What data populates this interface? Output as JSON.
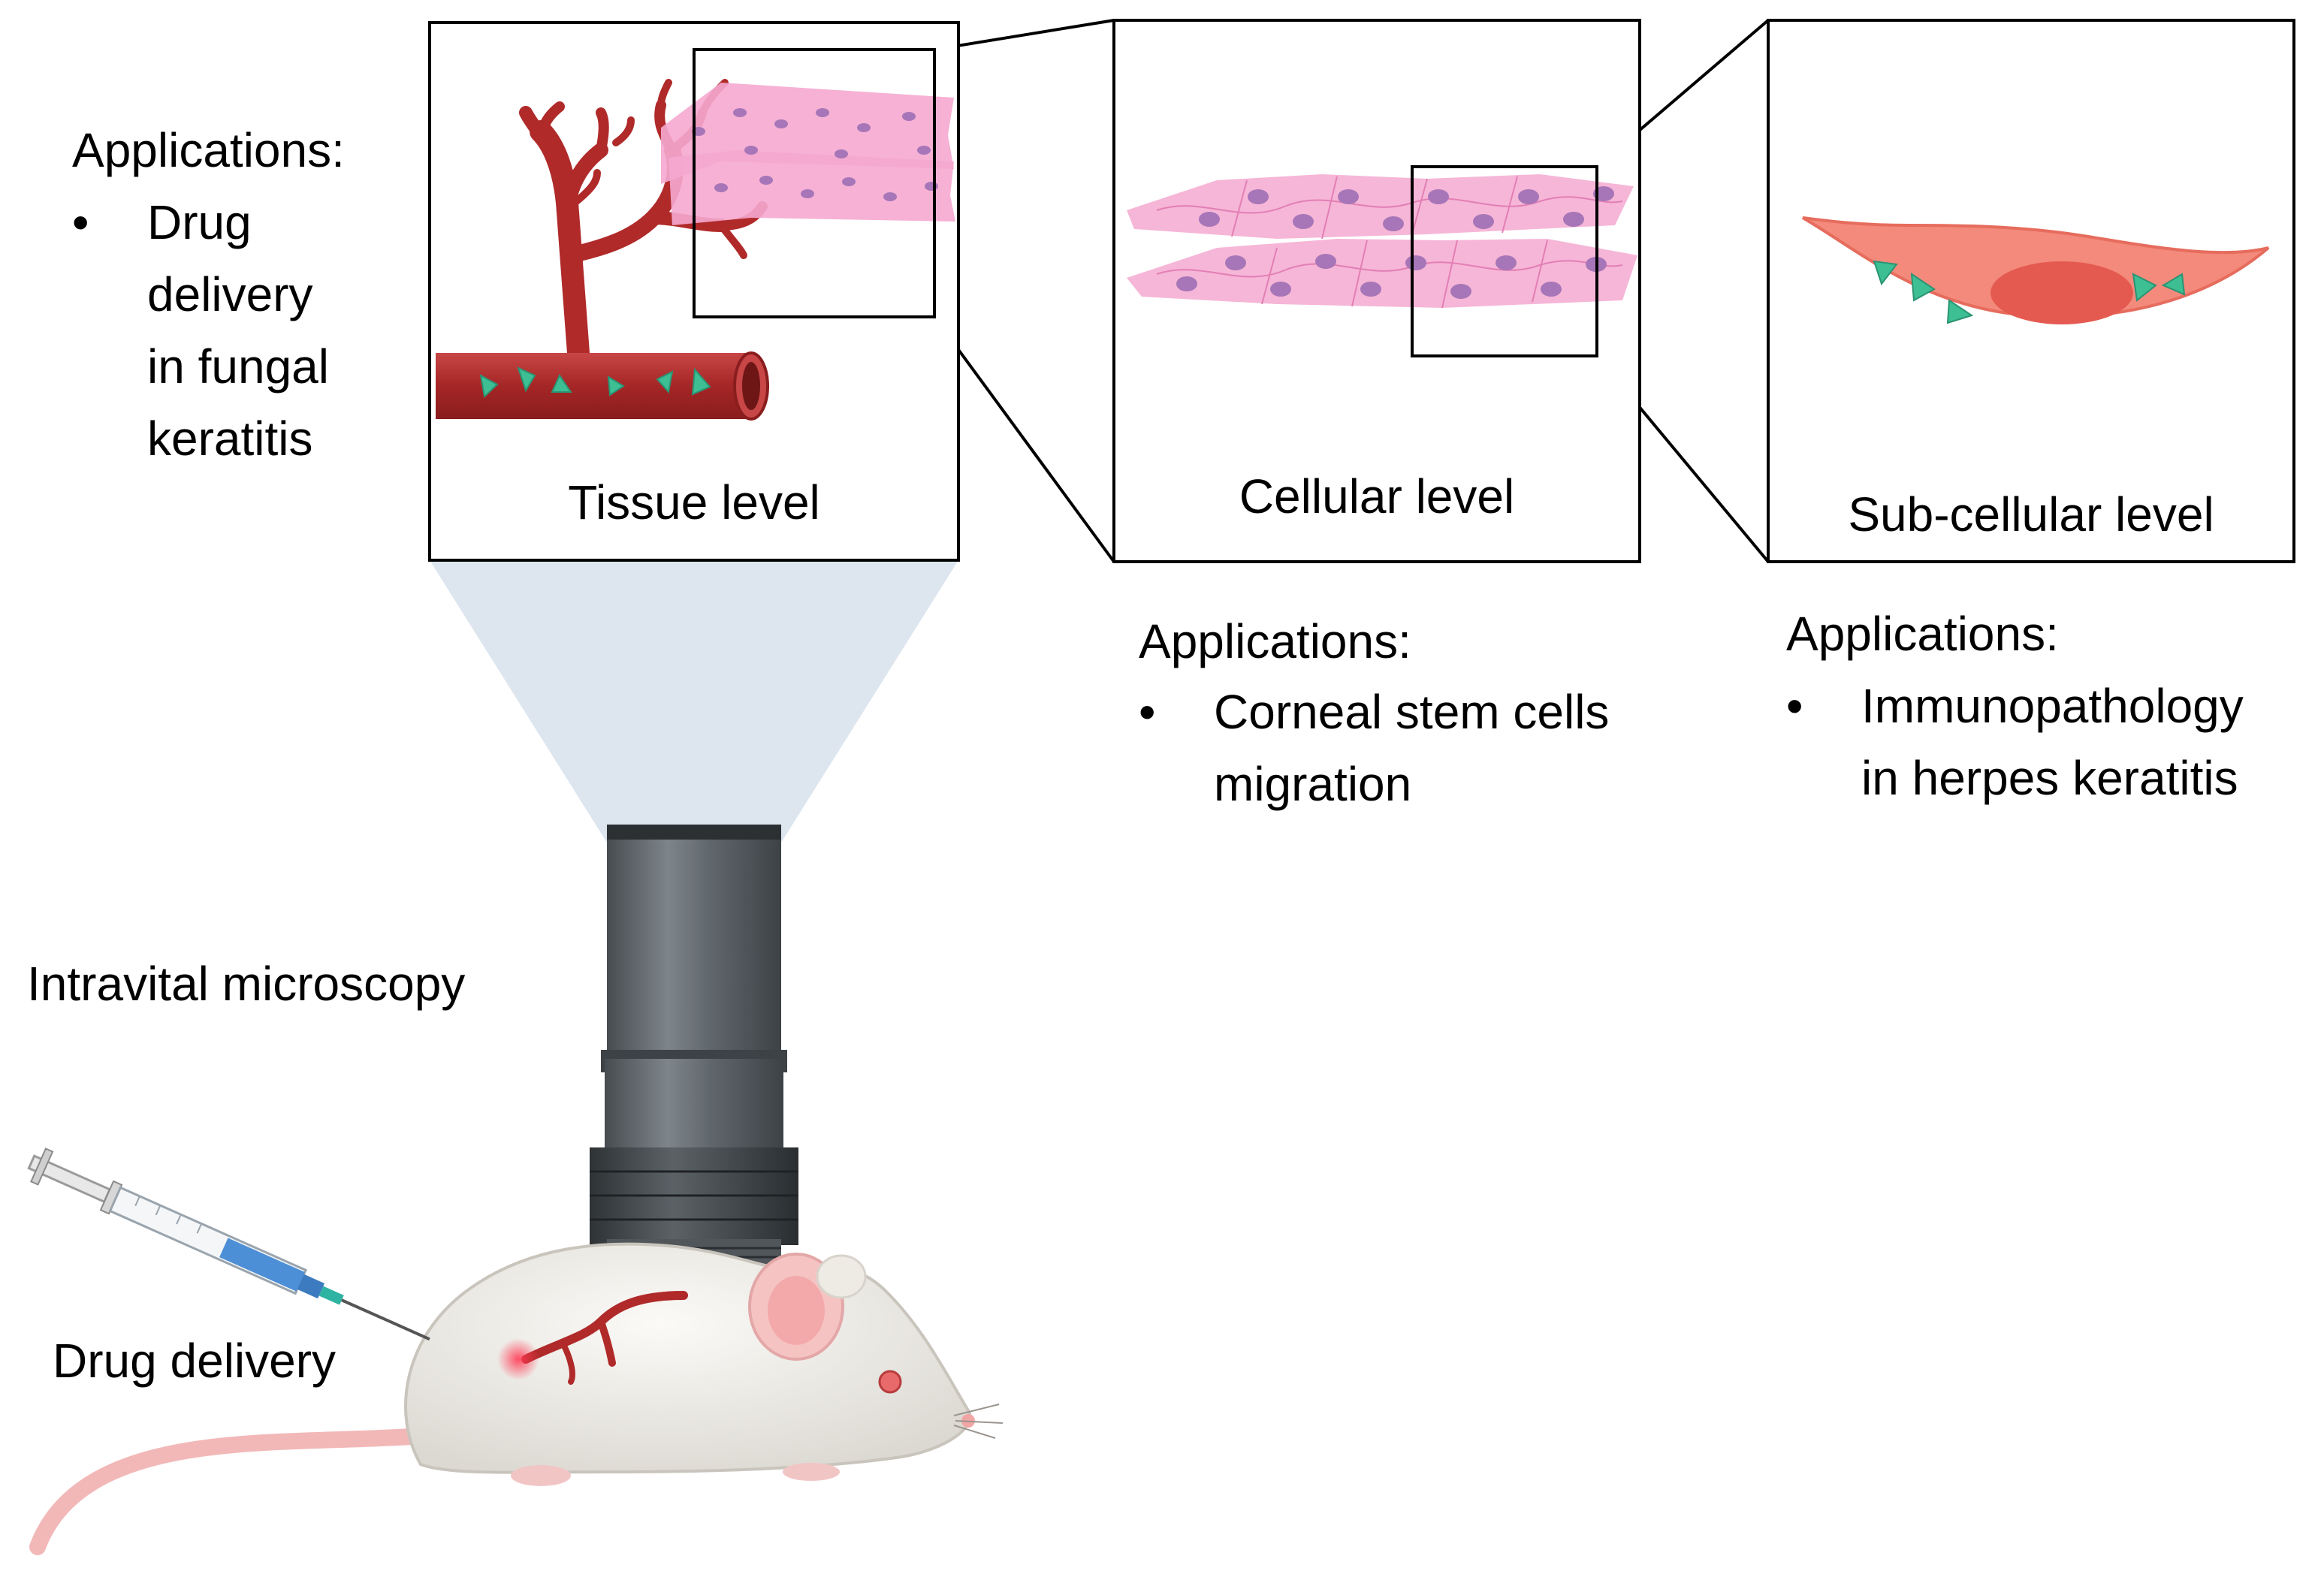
{
  "panels": {
    "tissue": {
      "label": "Tissue level"
    },
    "cellular": {
      "label": "Cellular level"
    },
    "subcellular": {
      "label": "Sub-cellular level"
    }
  },
  "applications": {
    "tissue": {
      "heading": "Applications:",
      "line1": "Drug",
      "line2": "delivery",
      "line3": "in fungal",
      "line4": "keratitis"
    },
    "cellular": {
      "heading": "Applications:",
      "line1": "Corneal stem cells",
      "line2": "migration"
    },
    "subcellular": {
      "heading": "Applications:",
      "line1": "Immunopathology",
      "line2": "in herpes keratitis"
    }
  },
  "labels": {
    "microscopy": "Intravital microscopy",
    "drug_delivery": "Drug delivery"
  },
  "colors": {
    "vessel": "#b02a2a",
    "tissue_pink": "#f5a9d0",
    "nucleus": "#a776b8",
    "cell_salmon": "#f38a7c",
    "drug_particle": "#3dbf93",
    "light_cone": "#dde6ef",
    "objective": "#6a7176",
    "mouse": "#f0eeea"
  }
}
